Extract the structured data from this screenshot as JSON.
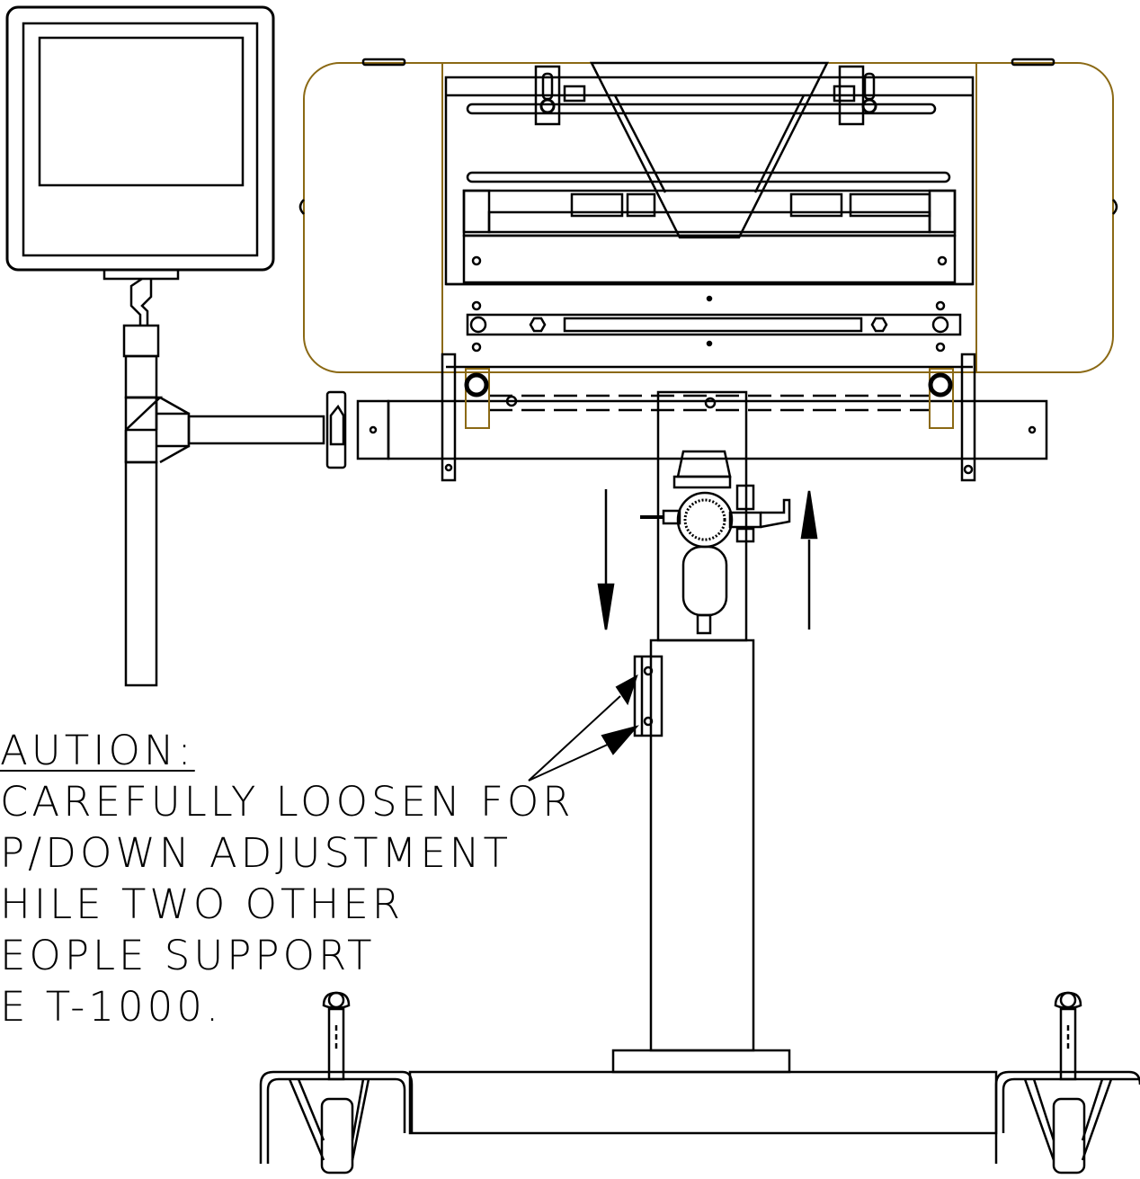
{
  "caution": {
    "heading": "AUTION:",
    "lines": [
      "CAREFULLY LOOSEN FOR",
      "P/DOWN ADJUSTMENT",
      "HILE TWO OTHER",
      "EOPLE SUPPORT",
      "E T-1000."
    ]
  },
  "colors": {
    "line": "#000000",
    "cover_outline": "#8b6914"
  }
}
